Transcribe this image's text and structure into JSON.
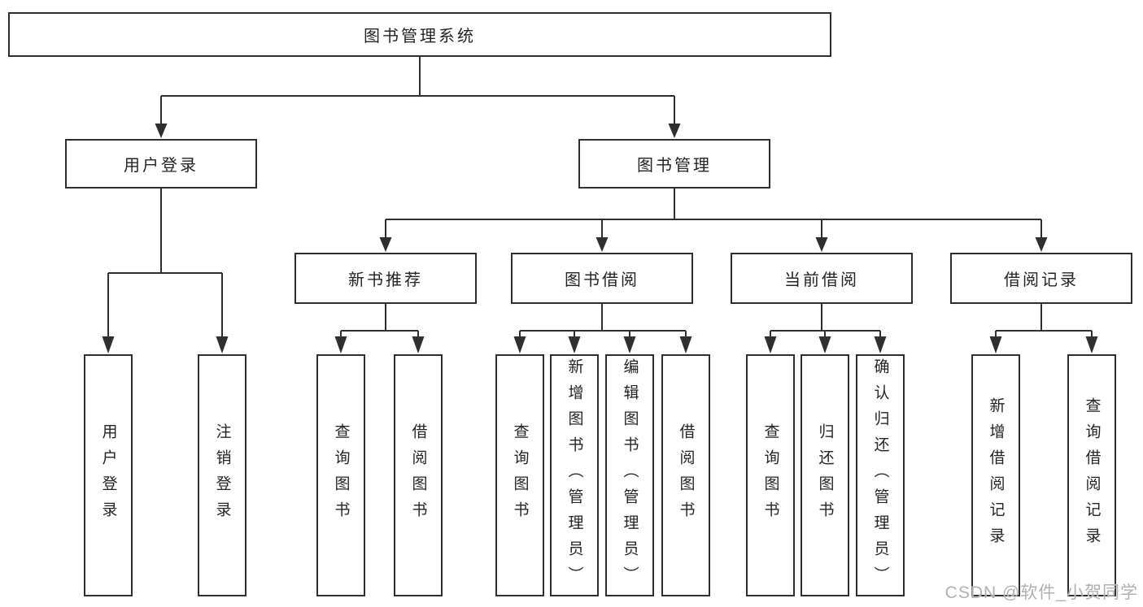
{
  "root": {
    "label": "图书管理系统"
  },
  "branches": [
    {
      "label": "用户登录",
      "children": [
        "用户登录",
        "注销登录"
      ]
    },
    {
      "label": "图书管理",
      "groups": [
        {
          "label": "新书推荐",
          "children": [
            "查询图书",
            "借阅图书"
          ]
        },
        {
          "label": "图书借阅",
          "children": [
            "查询图书",
            "新增图书（管理员）",
            "编辑图书（管理员）",
            "借阅图书"
          ]
        },
        {
          "label": "当前借阅",
          "children": [
            "查询图书",
            "归还图书",
            "确认归还（管理员）"
          ]
        },
        {
          "label": "借阅记录",
          "children": [
            "新增借阅记录",
            "查询借阅记录"
          ]
        }
      ]
    }
  ],
  "watermark": {
    "text": "CSDN @软件_小贺同学"
  },
  "colors": {
    "line": "#2f2f2f",
    "box_border": "#2f2f2f",
    "text": "#242424",
    "watermark": "#b0b0b0",
    "background": "#ffffff"
  }
}
